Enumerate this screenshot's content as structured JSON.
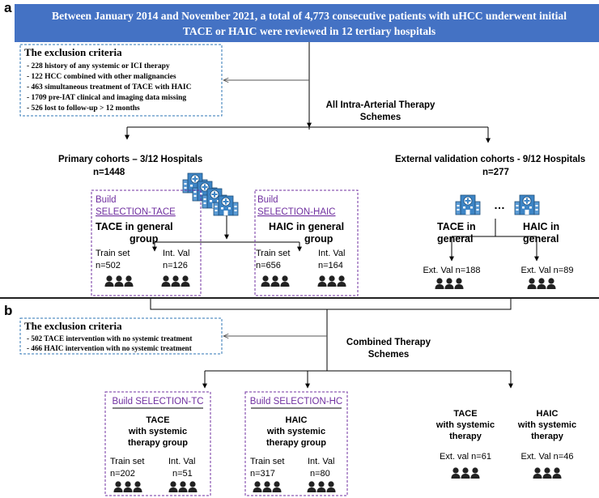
{
  "panel_a": {
    "label": "a",
    "header": {
      "line1": "Between January 2014 and November 2021, a total of 4,773 consecutive patients with  uHCC underwent initial",
      "line2": "TACE or HAIC were reviewed in 12 tertiary hospitals"
    },
    "exclusion": {
      "title": "The exclusion criteria",
      "items": [
        "- 228 history of any systemic or ICI therapy",
        "- 122 HCC combined with other malignancies",
        "- 463 simultaneous treatment of TACE with HAIC",
        "- 1709 pre-IAT clinical and imaging data missing",
        "- 526 lost to follow-up > 12 months"
      ]
    },
    "scheme": {
      "line1": "All Intra-Arterial Therapy",
      "line2": "Schemes"
    },
    "primary": {
      "line1": "Primary cohorts – 3/12 Hospitals",
      "line2": "n=1448"
    },
    "external": {
      "line1": "External validation cohorts - 9/12 Hospitals",
      "line2": "n=277"
    },
    "build_tace": {
      "line1": "Build",
      "line2": "SELECTION-TACE",
      "group1": "TACE in general",
      "group2": "group",
      "left_top": "Train set",
      "left_bottom": "n=502",
      "right_top": "Int. Val",
      "right_bottom": "n=126"
    },
    "build_haic": {
      "line1": "Build",
      "line2": "SELECTION-HAIC",
      "group1": "HAIC in general",
      "group2": "group",
      "left_top": "Train set",
      "left_bottom": "n=656",
      "right_top": "Int. Val",
      "right_bottom": "n=164"
    },
    "ext_tace": {
      "line1": "TACE in",
      "line2": "general",
      "count": "Ext. Val n=188"
    },
    "ext_haic": {
      "line1": "HAIC in",
      "line2": "general",
      "count": "Ext. Val n=89"
    },
    "ellipsis": "…"
  },
  "panel_b": {
    "label": "b",
    "exclusion": {
      "title": "The exclusion criteria",
      "items": [
        "- 502 TACE intervention with no systemic treatment",
        "- 466 HAIC intervention with no systemic treatment"
      ]
    },
    "scheme": {
      "line1": "Combined Therapy",
      "line2": "Schemes"
    },
    "build_tc": {
      "title": "Build SELECTION-TC",
      "g1": "TACE",
      "g2": "with systemic",
      "g3": "therapy group",
      "left_top": "Train set",
      "left_bottom": "n=202",
      "right_top": "Int. Val",
      "right_bottom": "n=51"
    },
    "build_hc": {
      "title": "Build SELECTION-HC",
      "g1": "HAIC",
      "g2": "with systemic",
      "g3": "therapy group",
      "left_top": "Train set",
      "left_bottom": "n=317",
      "right_top": "Int. Val",
      "right_bottom": "n=80"
    },
    "ext_tace": {
      "g1": "TACE",
      "g2": "with systemic",
      "g3": "therapy",
      "count": "Ext. val n=61"
    },
    "ext_haic": {
      "g1": "HAIC",
      "g2": "with systemic",
      "g3": "therapy",
      "count": "Ext. Val n=46"
    }
  },
  "colors": {
    "header_fill": "#4472c4",
    "exclusion_border": "#2e75b6",
    "build_border": "#7030a0",
    "build_text": "#7030a0",
    "hospital_blue": "#3d85c6",
    "people": "#222222"
  }
}
